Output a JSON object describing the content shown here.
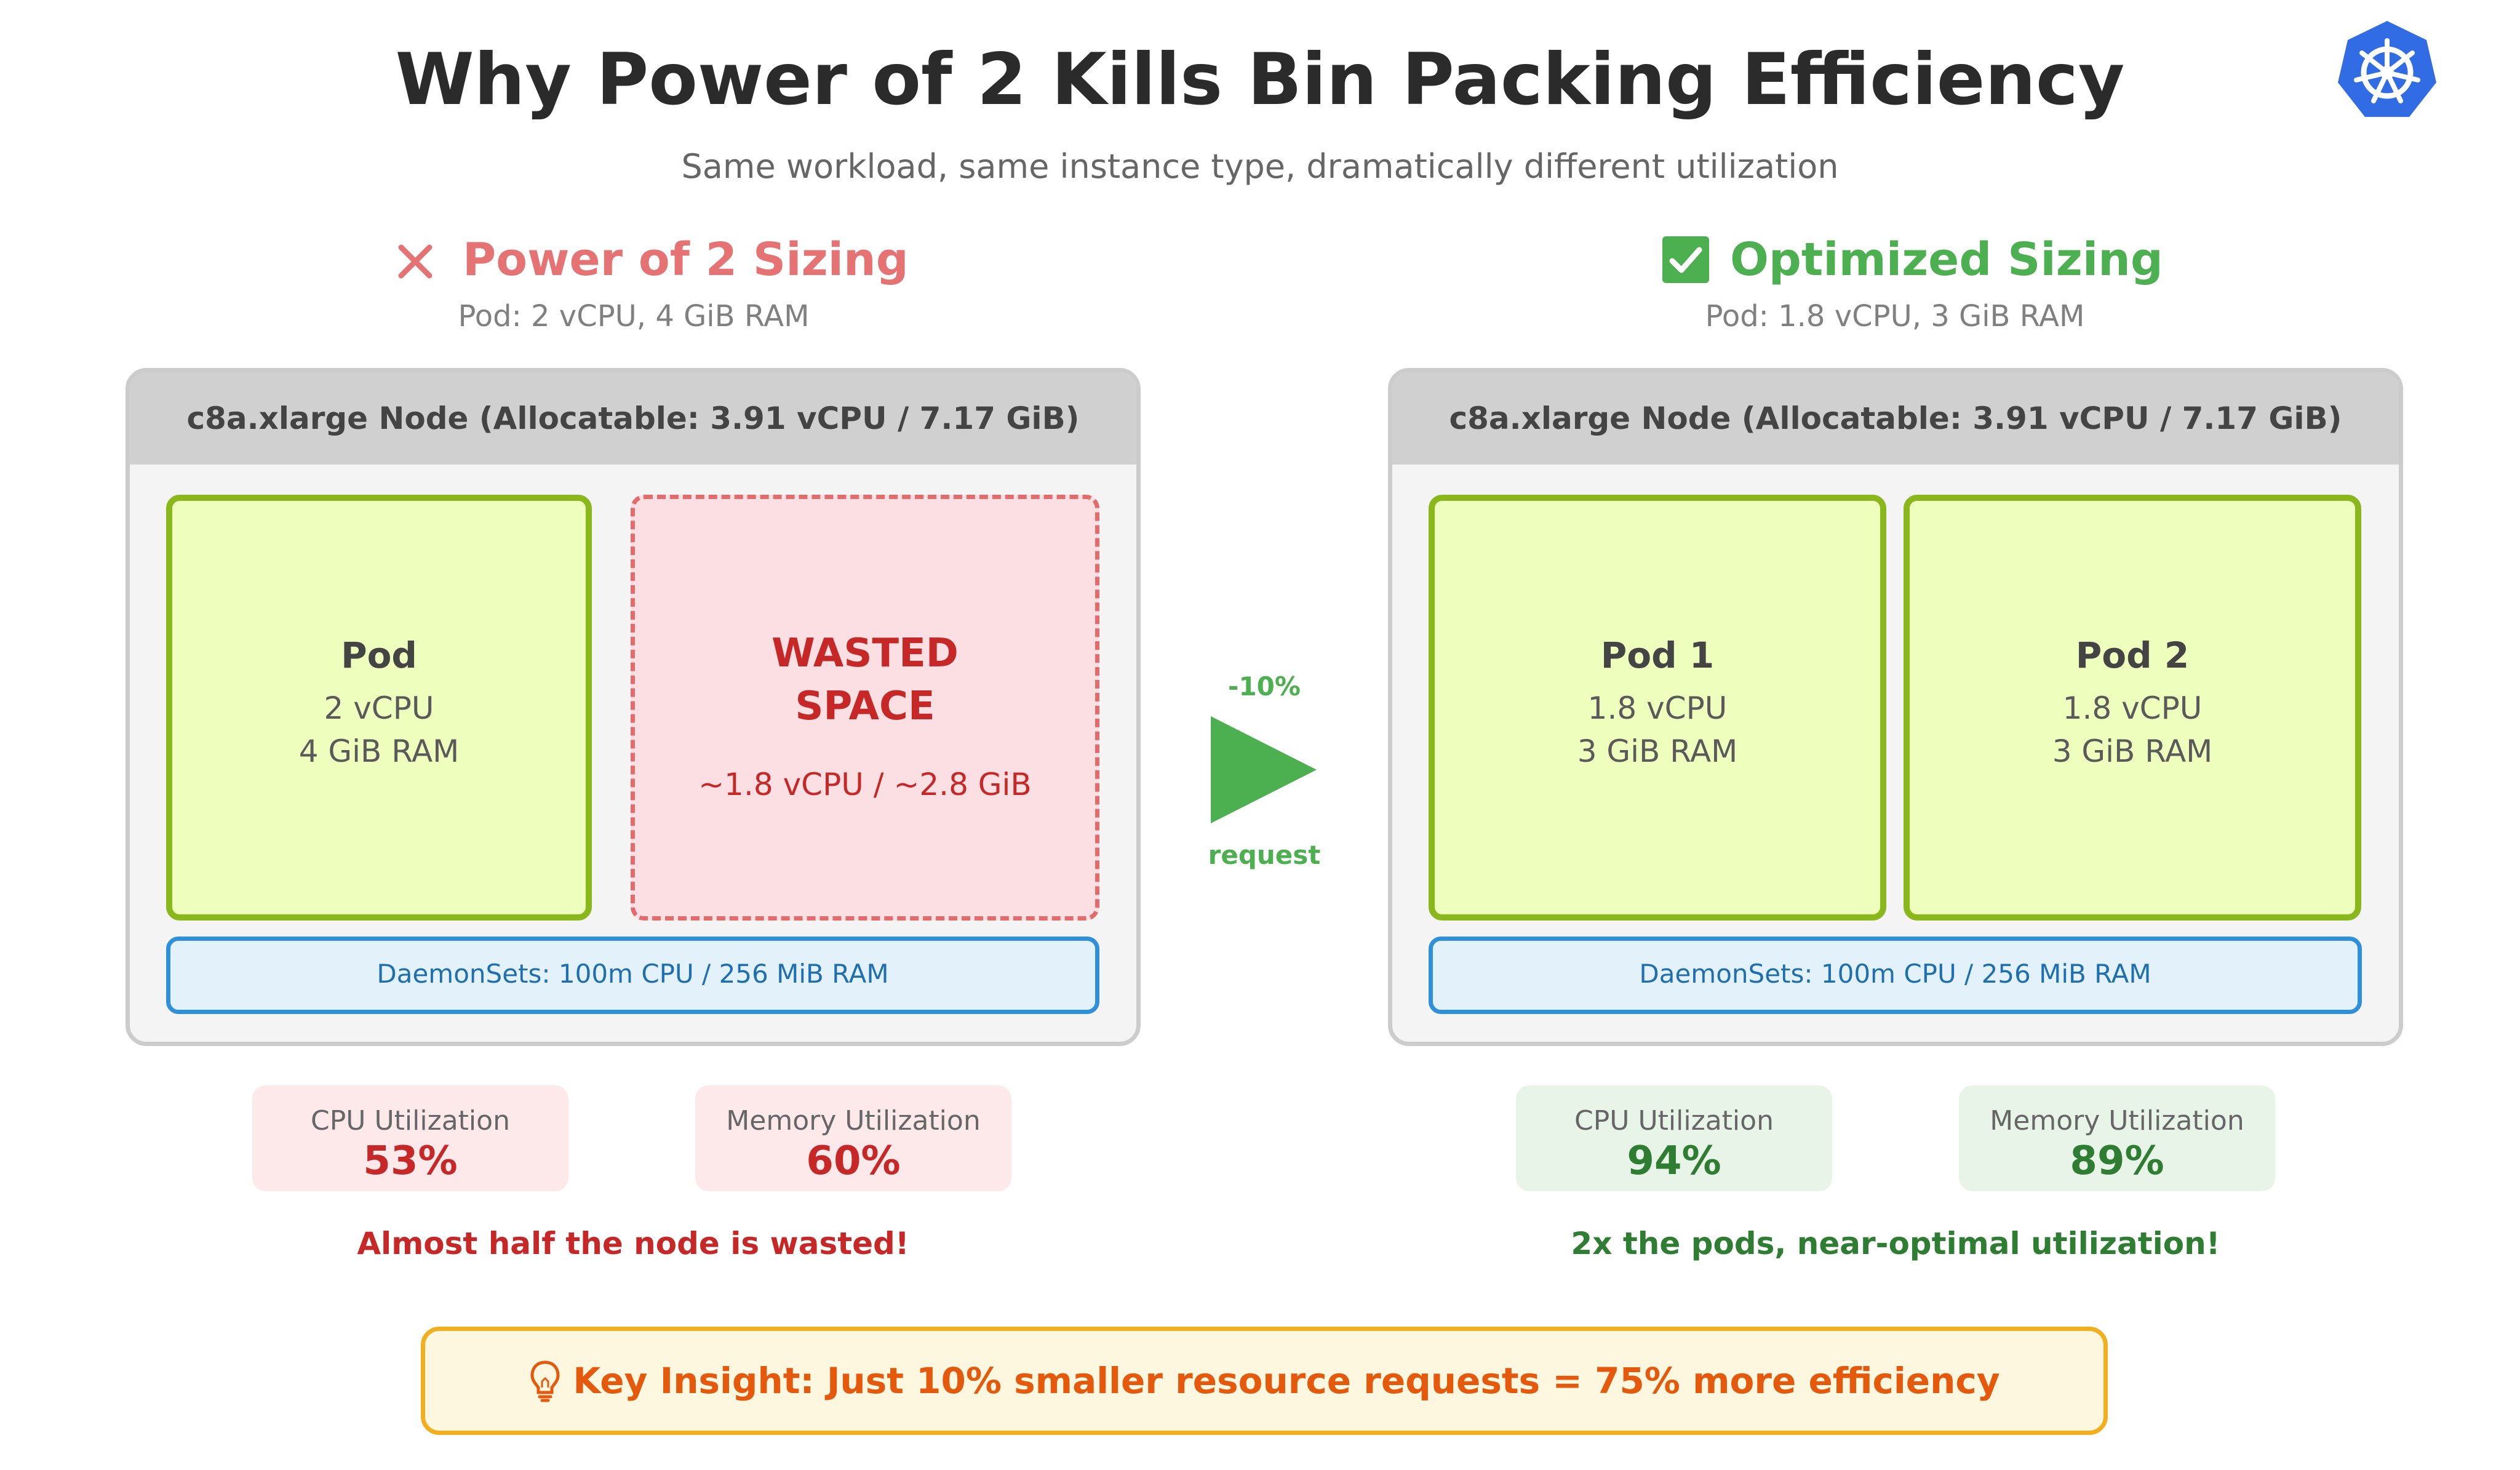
{
  "title": "Why Power of 2 Kills Bin Packing Efficiency",
  "subtitle": "Same workload, same instance type, dramatically different utilization",
  "left": {
    "heading": "Power of 2 Sizing",
    "heading_icon": "cross-icon",
    "heading_color": "#e57373",
    "pod_spec": "Pod: 2 vCPU, 4 GiB RAM",
    "node_title": "c8a.xlarge Node (Allocatable: 3.91 vCPU / 7.17 GiB)",
    "pod": {
      "name": "Pod",
      "cpu": "2 vCPU",
      "ram": "4 GiB RAM"
    },
    "wasted": {
      "line1": "WASTED",
      "line2": "SPACE",
      "detail": "~1.8 vCPU / ~2.8 GiB"
    },
    "daemonsets": "DaemonSets: 100m CPU / 256 MiB RAM",
    "metrics": [
      {
        "label": "CPU Utilization",
        "value": "53%"
      },
      {
        "label": "Memory Utilization",
        "value": "60%"
      }
    ],
    "note": "Almost half the node is wasted!",
    "accent": "#c62828",
    "metric_bg": "#fde8ea"
  },
  "arrow": {
    "top_label": "-10%",
    "bottom_label": "request",
    "color": "#4caf50"
  },
  "right": {
    "heading": "Optimized Sizing",
    "heading_icon": "checkmark-icon",
    "heading_color": "#4caf50",
    "pod_spec": "Pod: 1.8 vCPU, 3 GiB RAM",
    "node_title": "c8a.xlarge Node (Allocatable: 3.91 vCPU / 7.17 GiB)",
    "pods": [
      {
        "name": "Pod 1",
        "cpu": "1.8 vCPU",
        "ram": "3 GiB RAM"
      },
      {
        "name": "Pod 2",
        "cpu": "1.8 vCPU",
        "ram": "3 GiB RAM"
      }
    ],
    "daemonsets": "DaemonSets: 100m CPU / 256 MiB RAM",
    "metrics": [
      {
        "label": "CPU Utilization",
        "value": "94%"
      },
      {
        "label": "Memory Utilization",
        "value": "89%"
      }
    ],
    "note": "2x the pods, near-optimal utilization!",
    "accent": "#2e7d32",
    "metric_bg": "#e7f4e7"
  },
  "insight": {
    "icon": "lightbulb-icon",
    "text": "Key Insight: Just 10% smaller resource requests = 75% more efficiency"
  },
  "logo": "kubernetes-logo-icon"
}
